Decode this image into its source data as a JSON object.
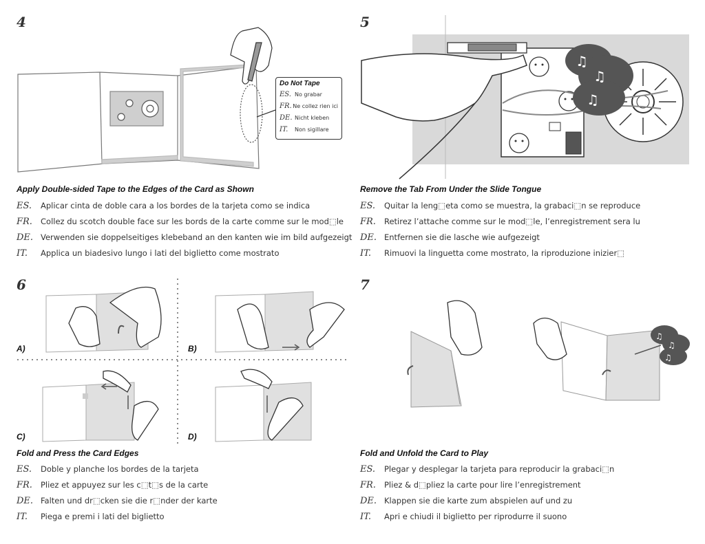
{
  "steps": {
    "s4": {
      "num": "4",
      "caption": "Apply Double-sided Tape to the Edges of the Card as Shown",
      "lines": [
        {
          "lang": "ES.",
          "text": "Aplicar cinta de doble cara a los bordes de la tarjeta como se indica"
        },
        {
          "lang": "FR.",
          "text": "Collez du scotch double face sur les bords de la carte comme sur le mod⬚le"
        },
        {
          "lang": "DE.",
          "text": "Verwenden sie doppelseitiges klebeband an den kanten wie im bild aufgezeigt"
        },
        {
          "lang": "IT.",
          "text": "Applica un biadesivo lungo i lati del biglietto come mostrato"
        }
      ],
      "note": {
        "title": "Do Not Tape",
        "rows": [
          {
            "lang": "ES.",
            "text": "No grabar"
          },
          {
            "lang": "FR.",
            "text": "Ne collez rien ici"
          },
          {
            "lang": "DE.",
            "text": "Nicht kleben"
          },
          {
            "lang": "IT.",
            "text": "Non sigillare"
          }
        ]
      }
    },
    "s5": {
      "num": "5",
      "caption": "Remove the Tab From Under the Slide Tongue",
      "lines": [
        {
          "lang": "ES.",
          "text": "Quitar la leng⬚eta como se muestra, la grabaci⬚n se reproduce"
        },
        {
          "lang": "FR.",
          "text": "Retirez l’attache comme sur le mod⬚le, l’enregistrement sera lu"
        },
        {
          "lang": "DE.",
          "text": "Entfernen sie die lasche wie aufgezeigt"
        },
        {
          "lang": "IT.",
          "text": "Rimuovi la linguetta come mostrato, la riproduzione inizier⬚"
        }
      ]
    },
    "s6": {
      "num": "6",
      "sub": [
        "A)",
        "B)",
        "C)",
        "D)"
      ],
      "caption": "Fold and Press the Card Edges",
      "lines": [
        {
          "lang": "ES.",
          "text": "Doble y planche los bordes de la tarjeta"
        },
        {
          "lang": "FR.",
          "text": "Pliez et appuyez sur les c⬚t⬚s de la carte"
        },
        {
          "lang": "DE.",
          "text": "Falten und dr⬚cken sie die r⬚nder der karte"
        },
        {
          "lang": "IT.",
          "text": "Piega e premi i lati del biglietto"
        }
      ]
    },
    "s7": {
      "num": "7",
      "caption": "Fold and Unfold the Card to Play",
      "lines": [
        {
          "lang": "ES.",
          "text": "Plegar y desplegar la tarjeta para reproducir la grabaci⬚n"
        },
        {
          "lang": "FR.",
          "text": "Pliez & d⬚pliez la carte pour lire l’enregistrement"
        },
        {
          "lang": "DE.",
          "text": "Klappen sie die karte zum abspielen auf und zu"
        },
        {
          "lang": "IT.",
          "text": "Apri e chiudi il biglietto per riprodurre il suono"
        }
      ]
    }
  },
  "colors": {
    "ink": "#333333",
    "panel": "#d9d9d9",
    "sound_bubble": "#555555"
  }
}
